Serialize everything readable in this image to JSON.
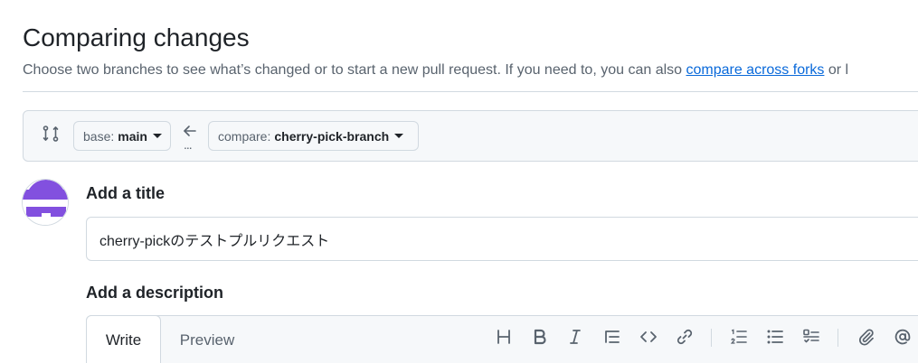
{
  "header": {
    "title": "Comparing changes",
    "subtitle": "Choose two branches to see what’s changed or to start a new pull request. If you need to, you can also ",
    "link_forks": "compare across forks",
    "subtitle_tail": " or l"
  },
  "range": {
    "base_prefix": "base:",
    "base_branch": "main",
    "compare_prefix": "compare:",
    "compare_branch": "cherry-pick-branch",
    "dots": "..."
  },
  "form": {
    "title_label": "Add a title",
    "title_value": "cherry-pickのテストプルリクエスト",
    "description_label": "Add a description"
  },
  "editor": {
    "tabs": [
      "Write",
      "Preview"
    ],
    "toolbar": [
      "heading-icon",
      "bold-icon",
      "italic-icon",
      "quote-icon",
      "code-icon",
      "link-icon",
      "ordered-list-icon",
      "unordered-list-icon",
      "task-list-icon",
      "attach-icon",
      "mention-icon"
    ]
  },
  "colors": {
    "accent_link": "#0969da",
    "avatar": "#8250df",
    "muted_text": "#59636e",
    "border": "#d1d9e0"
  }
}
